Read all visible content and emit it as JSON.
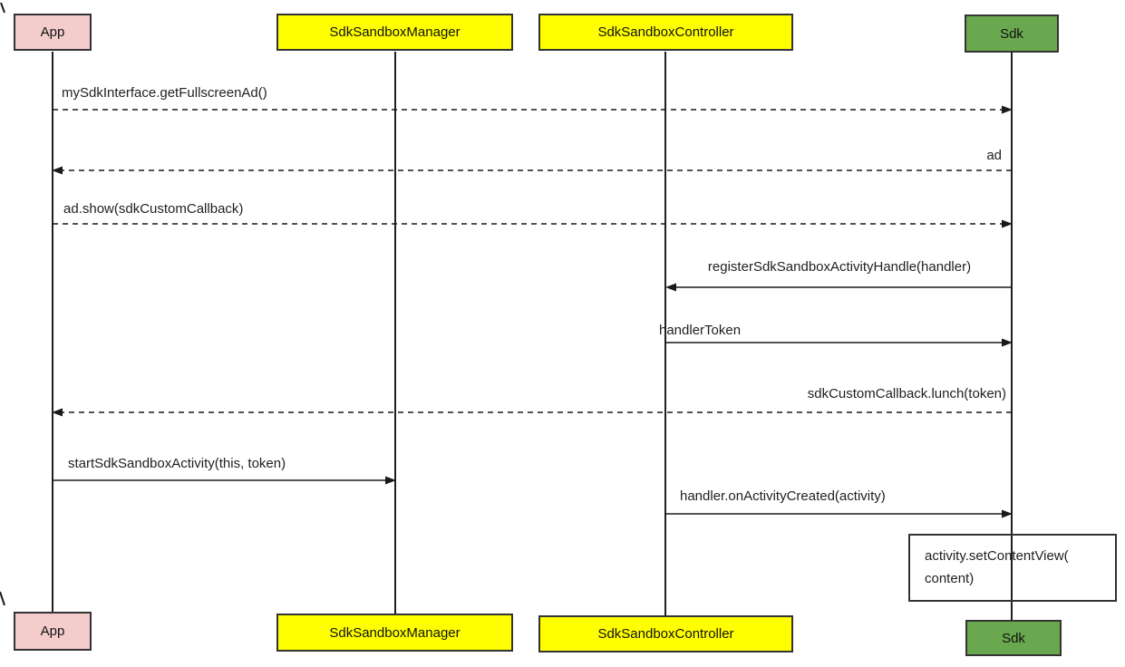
{
  "diagram": {
    "type": "uml-sequence-diagram",
    "actors": [
      {
        "id": "app",
        "label": "App",
        "fill": "#f4cccc"
      },
      {
        "id": "sdk-sandbox-manager",
        "label": "SdkSandboxManager",
        "fill": "#ffff00"
      },
      {
        "id": "sdk-sandbox-controller",
        "label": "SdkSandboxController",
        "fill": "#ffff00"
      },
      {
        "id": "sdk",
        "label": "Sdk",
        "fill": "#6aa84f"
      }
    ],
    "messages": [
      {
        "label": "mySdkInterface.getFullscreenAd()",
        "from": "App",
        "to": "Sdk",
        "line": "dashed"
      },
      {
        "label": "ad",
        "from": "Sdk",
        "to": "App",
        "line": "dashed"
      },
      {
        "label": "ad.show(sdkCustomCallback)",
        "from": "App",
        "to": "Sdk",
        "line": "dashed"
      },
      {
        "label": "registerSdkSandboxActivityHandle(handler)",
        "from": "Sdk",
        "to": "SdkSandboxController",
        "line": "solid"
      },
      {
        "label": "handlerToken",
        "from": "SdkSandboxController",
        "to": "Sdk",
        "line": "solid"
      },
      {
        "label": "sdkCustomCallback.lunch(token)",
        "from": "Sdk",
        "to": "App",
        "line": "dashed"
      },
      {
        "label": "startSdkSandboxActivity(this, token)",
        "from": "App",
        "to": "SdkSandboxManager",
        "line": "solid"
      },
      {
        "label": "handler.onActivityCreated(activity)",
        "from": "SdkSandboxController",
        "to": "Sdk",
        "line": "solid"
      }
    ],
    "note": {
      "line1": "activity.setContentView(",
      "line2": "content)",
      "attached_to": "Sdk"
    },
    "colors": {
      "actor_pink": "#f4cccc",
      "actor_yellow": "#ffff00",
      "actor_green": "#6aa84f",
      "border": "#333333",
      "line": "#1a1a1a",
      "background": "#ffffff"
    }
  }
}
